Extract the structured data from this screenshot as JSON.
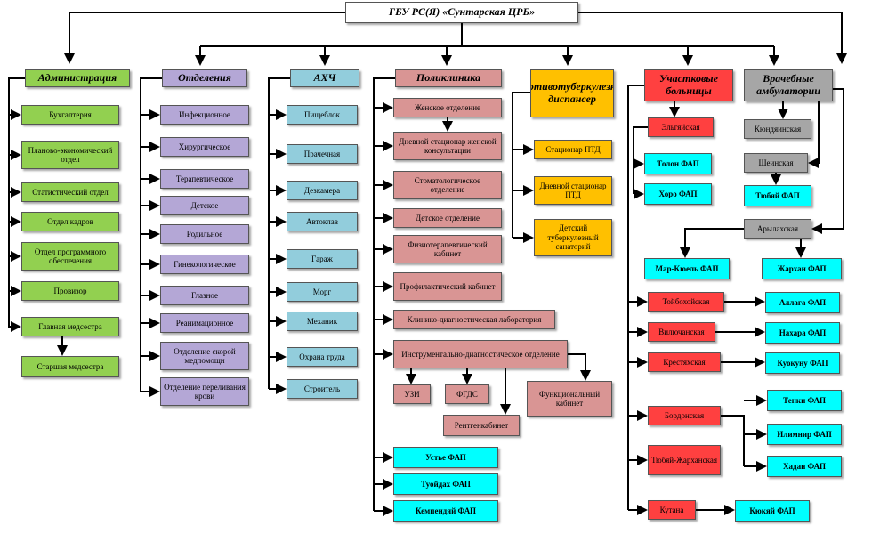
{
  "root": "ГБУ РС(Я) «Сунтарская ЦРБ»",
  "admin": {
    "title": "Администрация",
    "items": [
      "Бухгалтерия",
      "Планово-экономический отдел",
      "Статистический отдел",
      "Отдел кадров",
      "Отдел программного обеспечения",
      "Провизор",
      "Главная медсестра",
      "Старшая медсестра"
    ]
  },
  "departments": {
    "title": "Отделения",
    "items": [
      "Инфекционное",
      "Хирургическое",
      "Терапевтическое",
      "Детское",
      "Родильное",
      "Гинекологическое",
      "Глазное",
      "Реанимационное",
      "Отделение скорой медпомощи",
      "Отделение переливания крови"
    ]
  },
  "ahch": {
    "title": "АХЧ",
    "items": [
      "Пищеблок",
      "Прачечная",
      "Дезкамера",
      "Автоклав",
      "Гараж",
      "Морг",
      "Механик",
      "Охрана труда",
      "Строитель"
    ]
  },
  "polyclinic": {
    "title": "Поликлиника",
    "items": [
      "Женское отделение",
      "Дневной стационар женской консультации",
      "Стоматологическое отделение",
      "Детское отделение",
      "Физиотерапевтический кабинет",
      "Профилактический кабинет",
      "Клинико-диагностическая лаборатория",
      "Инструментально-диагностическое отделение"
    ],
    "diagnostics": [
      "УЗИ",
      "ФГДС",
      "Рентгенкабинет",
      "Функциональный кабинет"
    ],
    "fap": [
      "Устье ФАП",
      "Туойдах ФАП",
      "Кемпендяй ФАП"
    ]
  },
  "tb": {
    "title": "Противотуберкулезный диспансер",
    "items": [
      "Стационар ПТД",
      "Дневной стационар ПТД",
      "Детский туберкулезный санаторий"
    ]
  },
  "district": {
    "title": "Участковые больницы",
    "elgyai": "Эльгяйская",
    "elgyai_fap": [
      "Толон ФАП",
      "Хоро ФАП"
    ],
    "hospitals": [
      "Тойбохойская",
      "Вилючанская",
      "Крестяхская",
      "Бордонская",
      "Тюбяй-Жарханская",
      "Кутана"
    ],
    "faps": [
      "Аллага ФАП",
      "Нахара ФАП",
      "Куокуну ФАП",
      "Тенки ФАП",
      "Илимнир ФАП",
      "Хадан ФАП",
      "Кюкяй ФАП"
    ]
  },
  "ambulatory": {
    "title": "Врачебные амбулатории",
    "items": [
      "Кюндяинская",
      "Шеинская",
      "Тюбяй ФАП",
      "Арылахская",
      "Мар-Кюель ФАП",
      "Жархан ФАП"
    ]
  },
  "colors": {
    "admin": "#92d050",
    "departments": "#b4a7d6",
    "ahch": "#92cddc",
    "polyclinic": "#d99594",
    "tb": "#ffc000",
    "fap": "#00ffff",
    "district": "#ff4040",
    "ambulatory": "#a6a6a6"
  }
}
